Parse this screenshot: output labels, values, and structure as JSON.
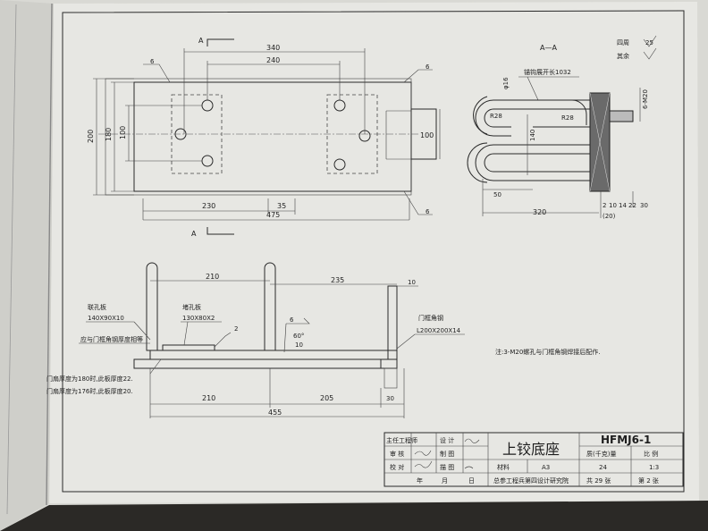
{
  "section_mark": "A",
  "section_title": "A—A",
  "surface_finish": {
    "around": "四周",
    "other": "其余",
    "roughness": "25"
  },
  "plan": {
    "dim_340": "340",
    "dim_240": "240",
    "dim_200": "200",
    "dim_180": "180",
    "dim_100": "100",
    "dim_100_right": "100",
    "dim_230": "230",
    "dim_35": "35",
    "dim_475": "475",
    "weld_6": "6"
  },
  "section": {
    "bolt_label": "锚钩展开长1032",
    "dia_16": "φ16",
    "r28_left": "R28",
    "r28_right": "R28",
    "thread": "6-M20",
    "dim_140": "140",
    "dim_50": "50",
    "dim_320": "320",
    "dim_2": "2",
    "dim_10": "10",
    "dim_14": "14",
    "dim_22": "22",
    "dim_30": "30",
    "dim_20": "(20)"
  },
  "elevation": {
    "dim_210": "210",
    "dim_235": "235",
    "dim_10": "10",
    "dim_210_b": "210",
    "dim_205": "205",
    "dim_30": "30",
    "dim_455": "455",
    "ear_plate_label": "联孔板",
    "ear_plate_size": "140X90X10",
    "wear_plate_label": "堵孔板",
    "wear_plate_size": "130X80X2",
    "angle_label": "门框角钢",
    "angle_size": "L200X200X14",
    "flush_note": "应与门框角钢厚度相等",
    "thickness_note_1": "门扇厚度为180时,此板厚度22.",
    "thickness_note_2": "门扇厚度为176时,此板厚度20.",
    "weld_6": "6",
    "weld_2": "2",
    "weld_60": "60°",
    "weld_10": "10"
  },
  "note": "注:3-M20螺孔与门框角钢焊接后配作.",
  "title_block": {
    "chief_engineer": "主任工程师",
    "review": "审 核",
    "check": "校 对",
    "design": "设 计",
    "draw": "制 图",
    "trace": "描 图",
    "year": "年",
    "month": "月",
    "day": "日",
    "title": "上铰底座",
    "material_label": "材料",
    "material": "A3",
    "institute": "总参工程兵第四设计研究院",
    "code": "HFMJ6-1",
    "weight_label": "质(千克)量",
    "weight": "24",
    "scale_label": "比 例",
    "scale": "1:3",
    "sheets": "共 29 张",
    "sheet": "第 2 张"
  },
  "colors": {
    "paper": "#e6e6e2",
    "ink": "#2a2a2a",
    "background": "#2a2825"
  }
}
